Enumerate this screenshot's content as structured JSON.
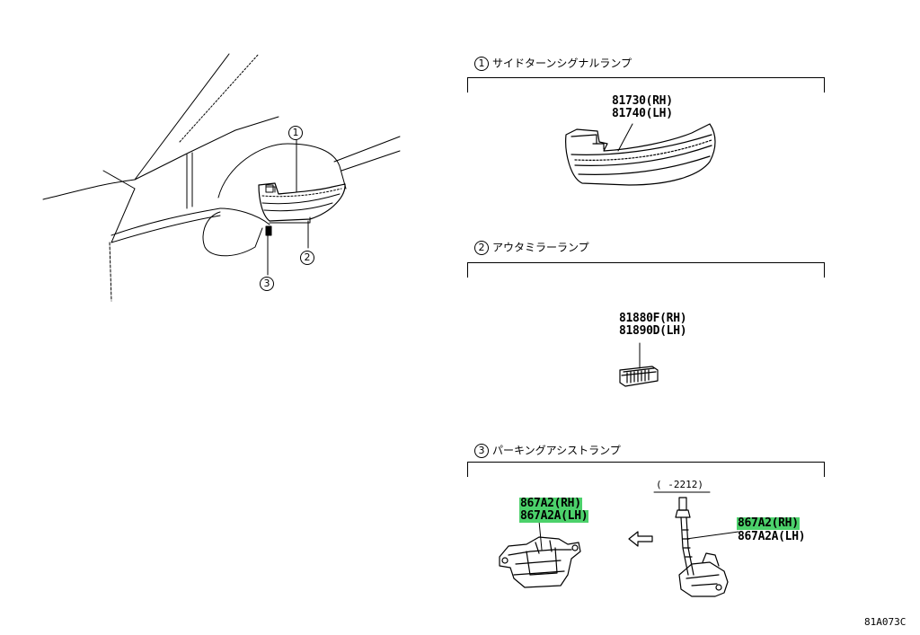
{
  "callouts": {
    "c1": "1",
    "c2": "2",
    "c3": "3"
  },
  "sections": [
    {
      "num": "1",
      "title": "サイドターンシグナルランプ"
    },
    {
      "num": "2",
      "title": "アウタミラーランプ"
    },
    {
      "num": "3",
      "title": "パーキングアシストランプ"
    }
  ],
  "parts": {
    "s1_rh": "81730(RH)",
    "s1_lh": "81740(LH)",
    "s2_rh": "81880F(RH)",
    "s2_lh": "81890D(LH)",
    "s3a_rh": "867A2(RH)",
    "s3a_lh": "867A2A(LH)",
    "s3b_rh": "867A2(RH)",
    "s3b_lh": "867A2A(LH)"
  },
  "date_range": "(      -2212)",
  "figure_code": "81A073C",
  "colors": {
    "highlight": "#4cd16b",
    "line": "#000000"
  },
  "icons": {
    "replacement_arrow": "left-arrow-outline-icon"
  }
}
